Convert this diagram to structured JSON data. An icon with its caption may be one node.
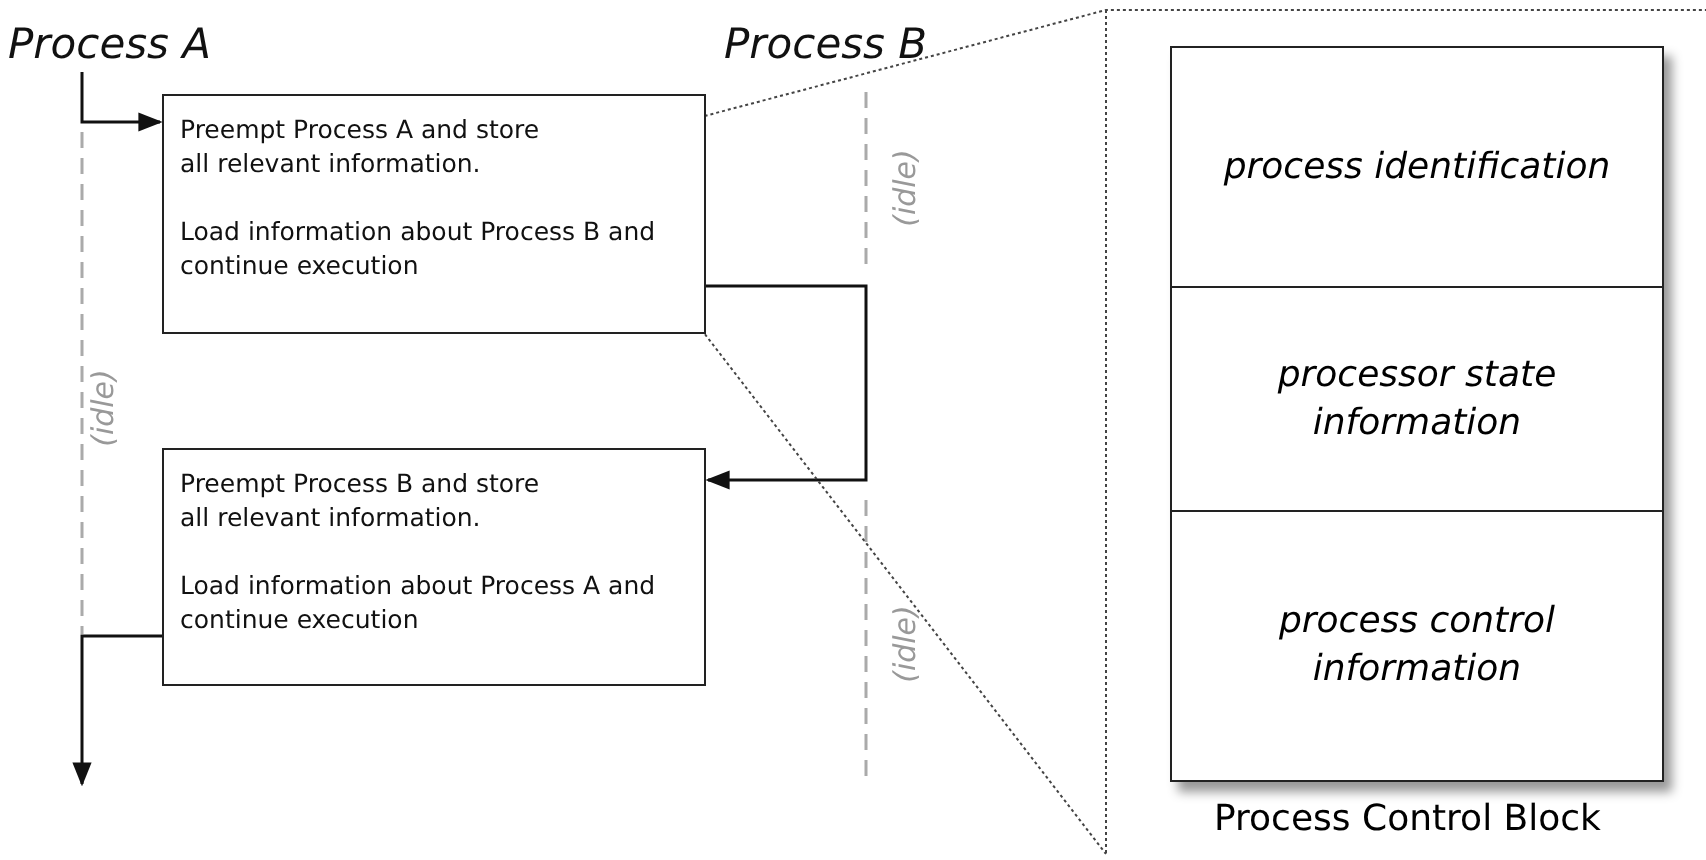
{
  "diagram": {
    "nodes": [
      {
        "text": [
          "Process A"
        ]
      },
      {
        "text": [
          "Process B"
        ]
      },
      {
        "text": [
          "Preempt Process A and store all relevant information.",
          "Load information about Process B and continue execution"
        ]
      },
      {
        "text": [
          "Preempt Process B and store all relevant information.",
          "Load information about Process A and continue execution"
        ]
      },
      {
        "text": [],
        "shape": "box",
        "beside": [
          "Process Control Block"
        ]
      },
      {
        "text": [
          "process identification"
        ],
        "in": 4
      },
      {
        "text": [
          "processor state information"
        ],
        "in": 4
      },
      {
        "text": [
          "process control information"
        ],
        "in": 4
      }
    ],
    "edges": [
      {
        "from": 0,
        "to": 2,
        "arrow": "to"
      },
      {
        "from": 2,
        "to": 3,
        "arrow": "to"
      },
      {
        "from": 3,
        "to": null,
        "arrow": "to"
      },
      {
        "from": 2,
        "to": 4,
        "arrow": "none",
        "style": "dashed"
      }
    ],
    "labels": [
      "(idle)",
      "(idle)",
      "(idle)"
    ]
  }
}
